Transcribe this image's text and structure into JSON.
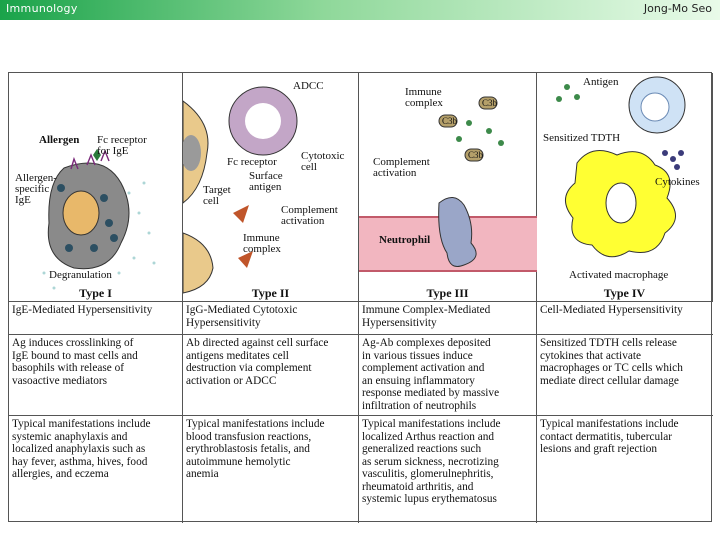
{
  "header": {
    "left": "Immunology",
    "right": "Jong-Mo Seo"
  },
  "panels": [
    {
      "title": "Type I",
      "labels": {
        "allergen": "Allergen",
        "fc_receptor": "Fc receptor\nfor IgE",
        "allergen_specific": "Allergen-\nspecific\nIgE",
        "degranulation": "Degranulation"
      }
    },
    {
      "title": "Type II",
      "labels": {
        "adcc": "ADCC",
        "cytotoxic": "Cytotoxic\ncell",
        "fc_receptor": "Fc receptor",
        "surface_antigen": "Surface\nantigen",
        "target_cell": "Target\ncell",
        "complement": "Complement\nactivation",
        "immune_complex": "Immune\ncomplex"
      }
    },
    {
      "title": "Type III",
      "labels": {
        "immune_complex": "Immune\ncomplex",
        "c3b_1": "C3b",
        "c3b_2": "C3b",
        "c3b_3": "C3b",
        "complement": "Complement\nactivation",
        "neutrophil": "Neutrophil"
      }
    },
    {
      "title": "Type IV",
      "labels": {
        "antigen": "Antigen",
        "sensitized": "Sensitized TDTH",
        "cytokines": "Cytokines",
        "activated": "Activated macrophage"
      }
    }
  ],
  "table": {
    "names": [
      "IgE-Mediated Hypersensitivity",
      "IgG-Mediated Cytotoxic\nHypersensitivity",
      "Immune Complex-Mediated\nHypersensitivity",
      "Cell-Mediated Hypersensitivity"
    ],
    "mechanisms": [
      "Ag induces crosslinking of\nIgE bound to mast cells and\nbasophils with release of\nvasoactive mediators",
      "Ab directed against cell surface\nantigens meditates cell\ndestruction via complement\nactivation or ADCC",
      "Ag-Ab complexes deposited\nin various tissues induce\ncomplement activation and\nan ensuing inflammatory\nresponse mediated by massive\ninfiltration of neutrophils",
      "Sensitized TDTH cells release\ncytokines that activate\nmacrophages or TC cells which\nmediate direct cellular damage"
    ],
    "manifestations": [
      "Typical manifestations include\nsystemic anaphylaxis and\nlocalized anaphylaxis such as\nhay fever, asthma, hives, food\nallergies, and eczema",
      "Typical manifestations include\nblood transfusion reactions,\nerythroblastosis fetalis, and\nautoimmune hemolytic\nanemia",
      "Typical manifestations include\nlocalized Arthus reaction and\ngeneralized reactions such\nas serum sickness, necrotizing\nvasculitis, glomerulnephritis,\nrheumatoid arthritis, and\nsystemic lupus erythematosus",
      "Typical manifestations include\ncontact dermatitis, tubercular\nlesions and graft rejection"
    ]
  },
  "colors": {
    "header_start": "#1aa34a",
    "header_end": "#e9fbe9",
    "cell_yellow": "#ffff33",
    "vessel_pink": "#f2b6c0",
    "neutrophil": "#9aa6c8"
  }
}
